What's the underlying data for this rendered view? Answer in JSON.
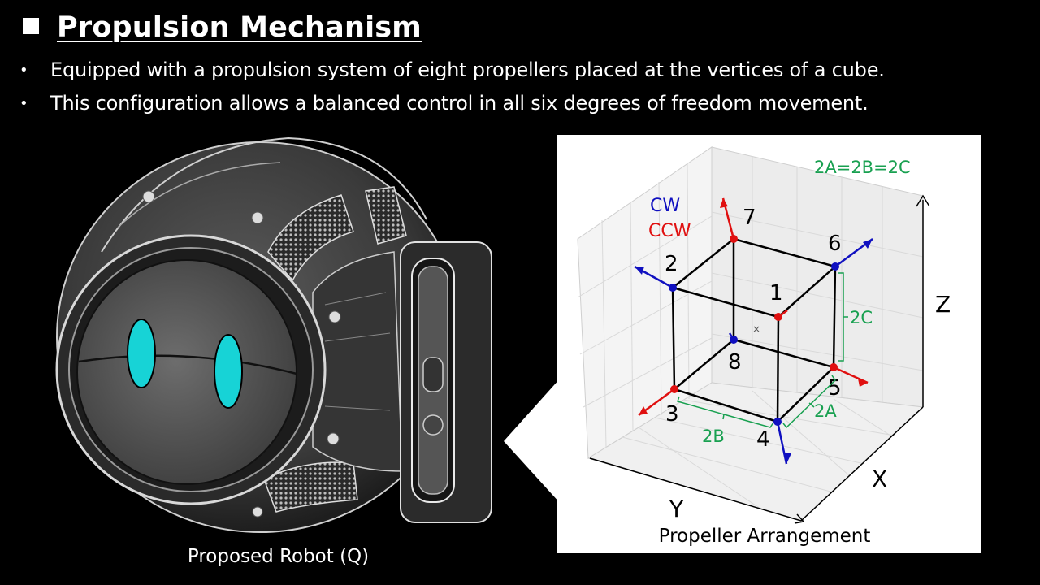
{
  "slide": {
    "title": "Propulsion Mechanism",
    "bullets": [
      "Equipped with a propulsion system of eight propellers placed at the vertices of a cube.",
      "This configuration allows a balanced control in all six degrees of freedom movement."
    ]
  },
  "robot": {
    "caption": "Proposed Robot (Q)",
    "eye_color": "#17d3d6"
  },
  "diagram": {
    "caption": "Propeller Arrangement",
    "legend": {
      "cw": "CW",
      "ccw": "CCW",
      "cw_color": "#1010c0",
      "ccw_color": "#e01010"
    },
    "equation": "2A=2B=2C",
    "dims": {
      "a": "2A",
      "b": "2B",
      "c": "2C"
    },
    "axes": {
      "x": "X",
      "y": "Y",
      "z": "Z"
    },
    "vertices": [
      {
        "label": "1",
        "spin": "CCW"
      },
      {
        "label": "2",
        "spin": "CW"
      },
      {
        "label": "3",
        "spin": "CCW"
      },
      {
        "label": "4",
        "spin": "CW"
      },
      {
        "label": "5",
        "spin": "CCW"
      },
      {
        "label": "6",
        "spin": "CW"
      },
      {
        "label": "7",
        "spin": "CCW"
      },
      {
        "label": "8",
        "spin": "CW"
      }
    ],
    "dimension_color": "#18a050"
  }
}
